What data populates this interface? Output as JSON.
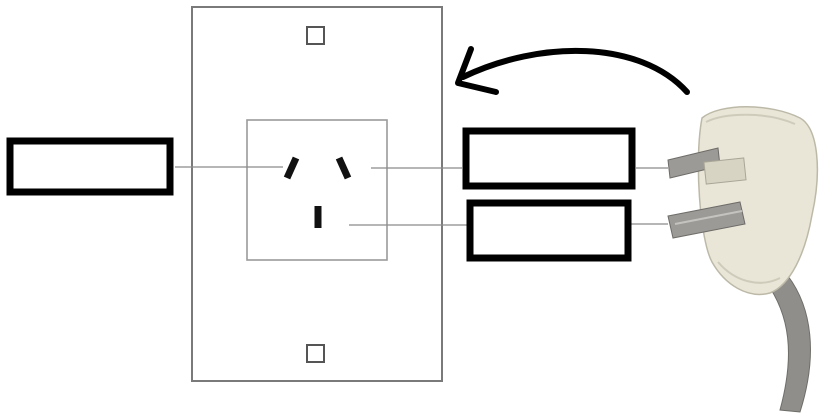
{
  "diagram": {
    "subject": "socket-and-plug-labelling",
    "colors": {
      "background": "#ffffff",
      "box_stroke": "#000000",
      "faceplate_stroke": "#7a7a7a",
      "leader_line": "#8a8a8a",
      "plug_body": "#e9e6d8",
      "pin_metal": "#9c9a96",
      "cable": "#8f8e8a"
    },
    "label_boxes": [
      {
        "id": "left",
        "text": ""
      },
      {
        "id": "right-top",
        "text": ""
      },
      {
        "id": "right-bottom",
        "text": ""
      }
    ],
    "icons": {
      "arrow": "curved-arrow-icon",
      "plug": "plug-icon",
      "socket": "socket-outlet-icon"
    }
  }
}
